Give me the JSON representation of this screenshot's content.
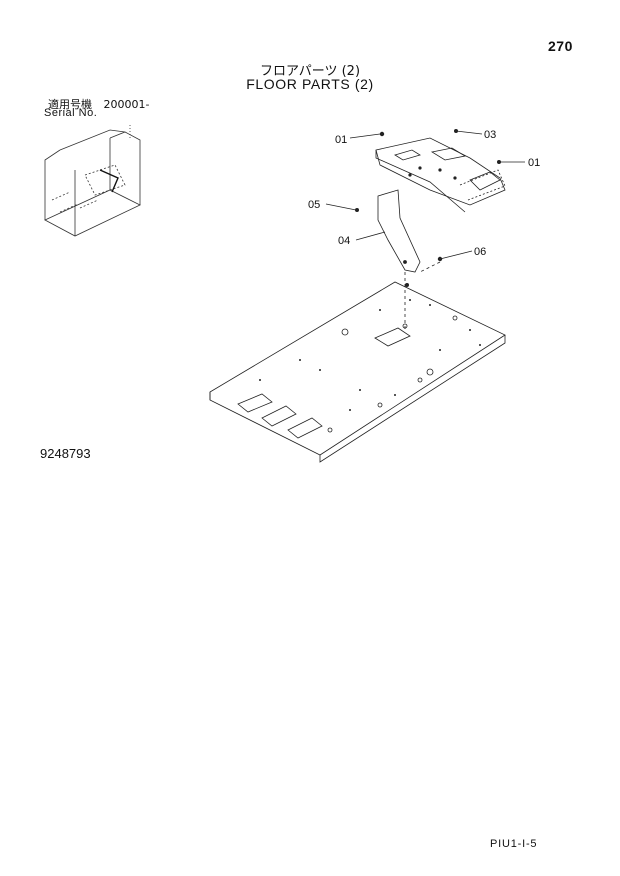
{
  "page_number": "270",
  "title_jp": "フロアパーツ (2)",
  "title_en": "FLOOR PARTS (2)",
  "serial": {
    "label_jp": "適用号機",
    "start_value": "200001-",
    "label_en": "Serial No."
  },
  "callouts": [
    "01",
    "03",
    "01",
    "05",
    "04",
    "06"
  ],
  "drawing_number": "9248793",
  "footer_code": "PIU1-I-5"
}
